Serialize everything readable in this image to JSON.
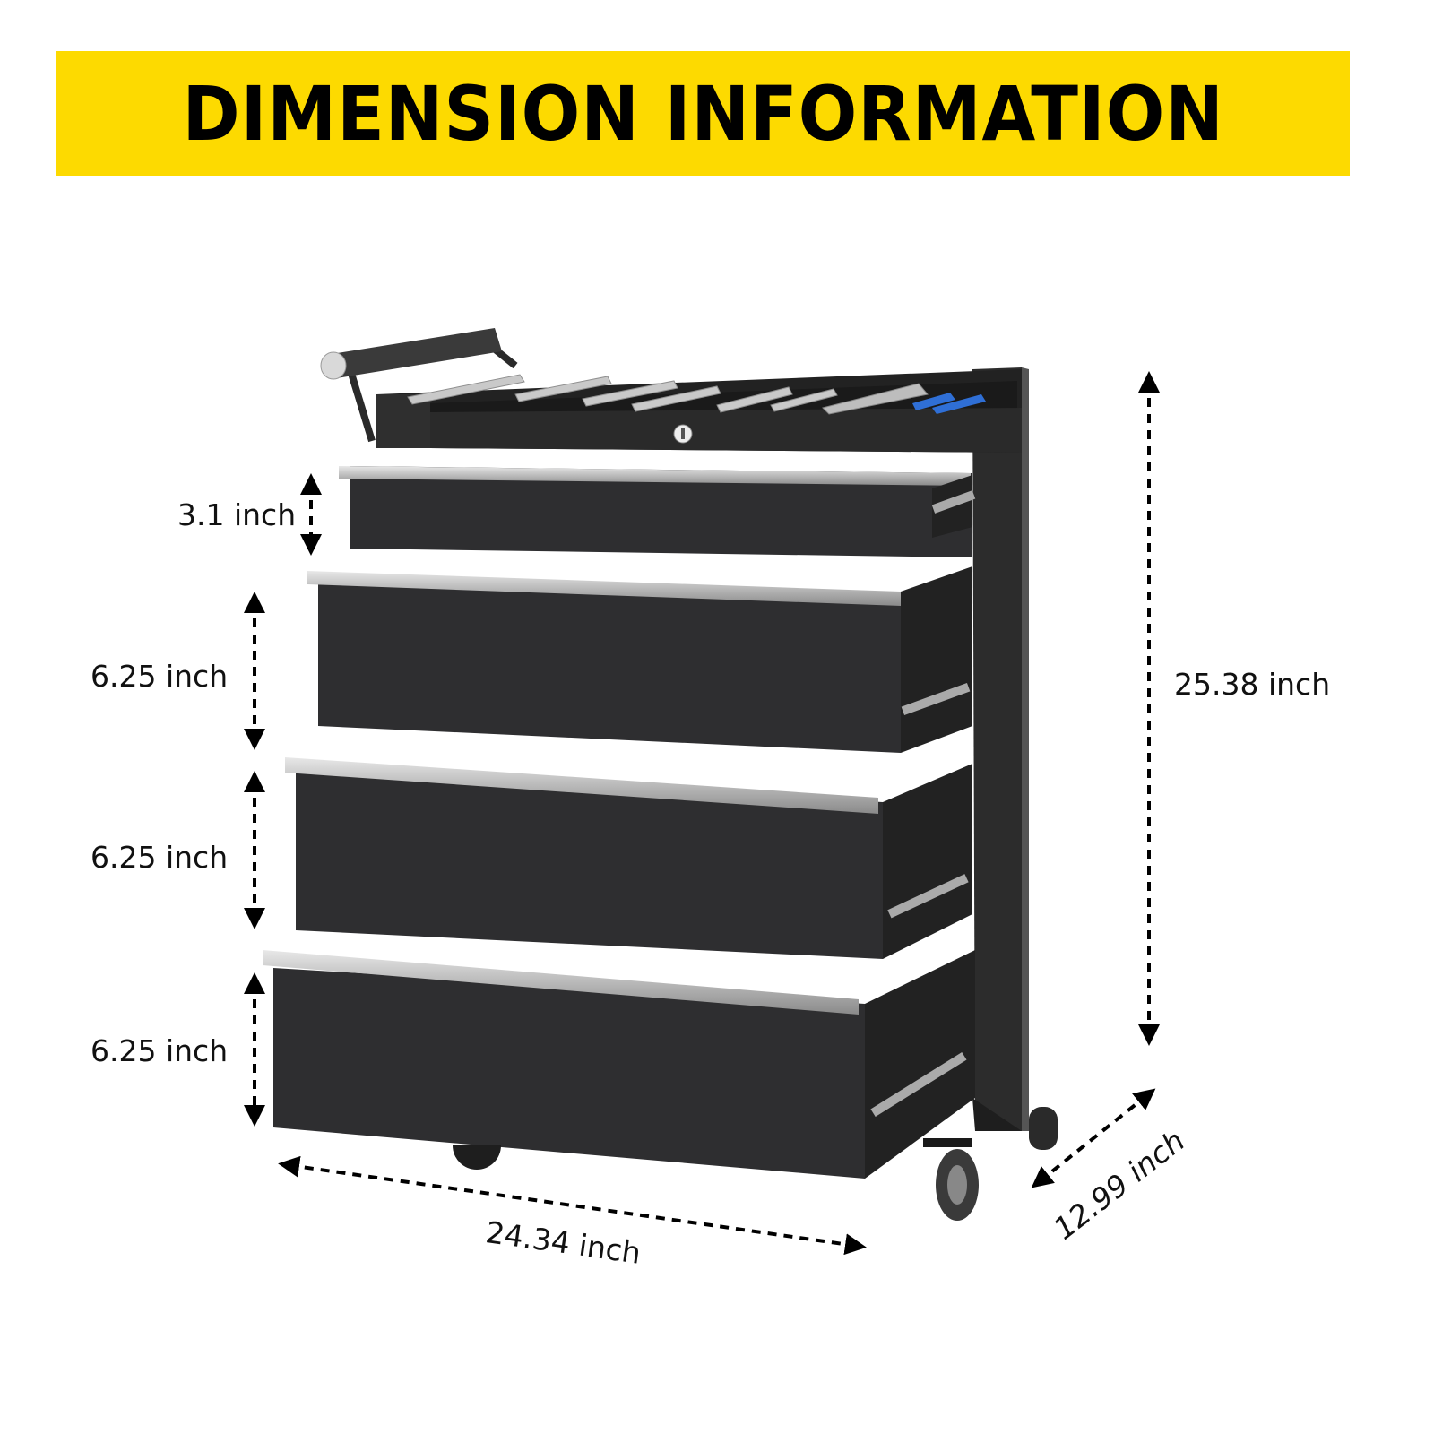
{
  "banner": {
    "title": "DIMENSION INFORMATION",
    "background_color": "#FDDA00",
    "text_color": "#000000"
  },
  "product": {
    "name": "tool-cabinet",
    "color": "#2e2e30",
    "drawer_count": 4,
    "top_tray_items": [
      "wrench",
      "wrench",
      "wrench",
      "wrench",
      "wrench",
      "wrench",
      "adjustable-wrench",
      "pliers"
    ],
    "lock": "keyhole-lock",
    "casters": 4
  },
  "dimensions": {
    "drawer_1_height": "3.1 inch",
    "drawer_2_height": "6.25 inch",
    "drawer_3_height": "6.25 inch",
    "drawer_4_height": "6.25 inch",
    "total_height": "25.38 inch",
    "width": "24.34 inch",
    "depth": "12.99 inch"
  }
}
